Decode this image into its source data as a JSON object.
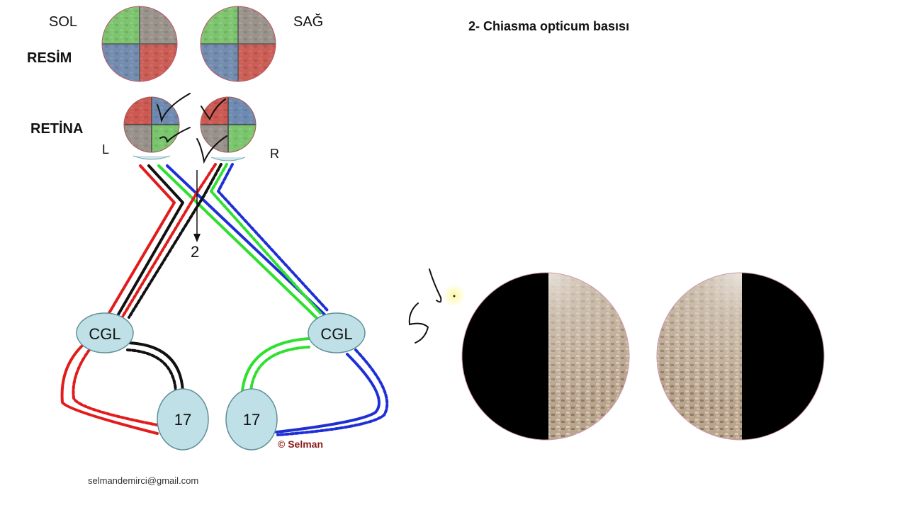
{
  "slide_title": "2- Chiasma opticum basısı",
  "labels": {
    "left": "SOL",
    "right": "SAĞ",
    "image_row": "RESİM",
    "retina_row": "RETİNA",
    "left_eye": "L",
    "right_eye": "R",
    "lesion_marker": "2"
  },
  "nodes": {
    "cgl_left": "CGL",
    "cgl_right": "CGL",
    "cortex_left": "17",
    "cortex_right": "17"
  },
  "credits": {
    "copyright": "© Selman",
    "email": "selmandemirci@gmail.com"
  },
  "quadrant_colors": {
    "green": "#5fd35f",
    "gray": "#8a8a8a",
    "blue": "#4f7fbf",
    "red": "#d23a3a"
  },
  "pathway_colors": {
    "red": "#e21b1b",
    "black": "#111111",
    "green": "#2fe02f",
    "blue": "#1e2fd6"
  },
  "visual_field_result": {
    "left_eye_field": "temporal half blind (left half black)",
    "right_eye_field": "temporal half blind (right half black)"
  }
}
